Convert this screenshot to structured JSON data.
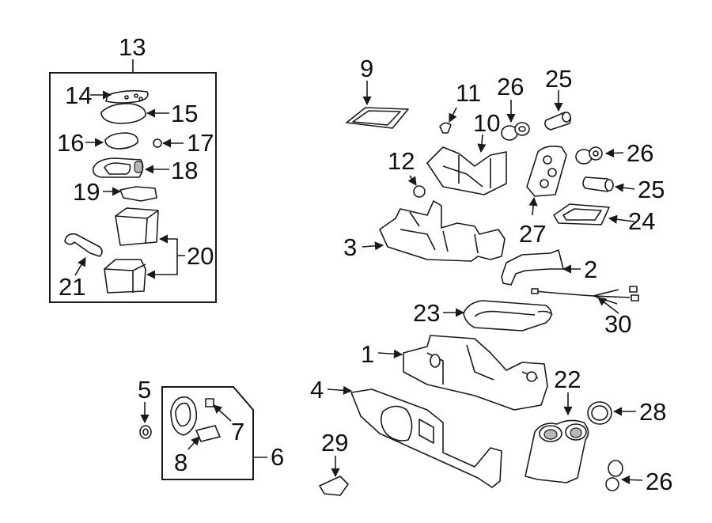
{
  "callouts": {
    "c1": "1",
    "c2": "2",
    "c3": "3",
    "c4": "4",
    "c5": "5",
    "c6": "6",
    "c7": "7",
    "c8": "8",
    "c9": "9",
    "c10": "10",
    "c11": "11",
    "c12": "12",
    "c13": "13",
    "c14": "14",
    "c15": "15",
    "c16": "16",
    "c17": "17",
    "c18": "18",
    "c19": "19",
    "c20": "20",
    "c21": "21",
    "c22": "22",
    "c23": "23",
    "c24": "24",
    "c25a": "25",
    "c25b": "25",
    "c26a": "26",
    "c26b": "26",
    "c26c": "26",
    "c27": "27",
    "c28": "28",
    "c29": "29",
    "c30": "30"
  },
  "colors": {
    "line": "#1a1a1a",
    "shade": "#b8b8b8",
    "background": "#ffffff"
  }
}
